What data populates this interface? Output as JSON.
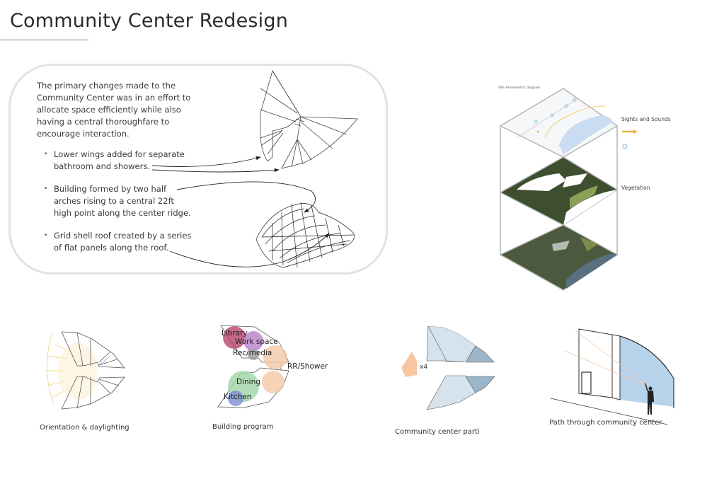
{
  "page": {
    "title": "Community Center Redesign"
  },
  "summary": {
    "intro": "The primary changes made to the Community Center was in an effort to allocate space efficiently while also having a central thoroughfare to encourage interaction.",
    "bullets": [
      "Lower wings added for separate bathroom and showers.",
      "Building formed by two half arches rising to a central 22ft high point along the center ridge.",
      "Grid shell roof created by a series of flat panels along the roof."
    ]
  },
  "site_diagram": {
    "title": "Site Axonometric Diagram",
    "layers": [
      {
        "label": "Sights and Sounds"
      },
      {
        "label": "Vegetation"
      }
    ]
  },
  "diagrams": [
    {
      "caption": "Orientation & daylighting"
    },
    {
      "caption": "Building program",
      "labels": [
        "Library",
        "Work space",
        "Rec/media",
        "RR/Shower",
        "Dining",
        "Kitchen"
      ]
    },
    {
      "caption": "Community center parti",
      "multiplier": "x4"
    },
    {
      "caption": "Path through community center"
    }
  ],
  "colors": {
    "panel_border": "#e2e2e2",
    "library": "#b5456a",
    "workspace": "#b97fc9",
    "recmedia": "#9a9a9a",
    "rrshower": "#f1c8a7",
    "dining": "#9fd6a8",
    "kitchen": "#7d8fd0",
    "parti_light": "#d6e3ec",
    "parti_dark": "#9ab6c8",
    "parti_module": "#f7c6a3",
    "glass": "#b8d3ec",
    "sun": "#f3d58f",
    "legend_arrow": "#e8b43a"
  }
}
